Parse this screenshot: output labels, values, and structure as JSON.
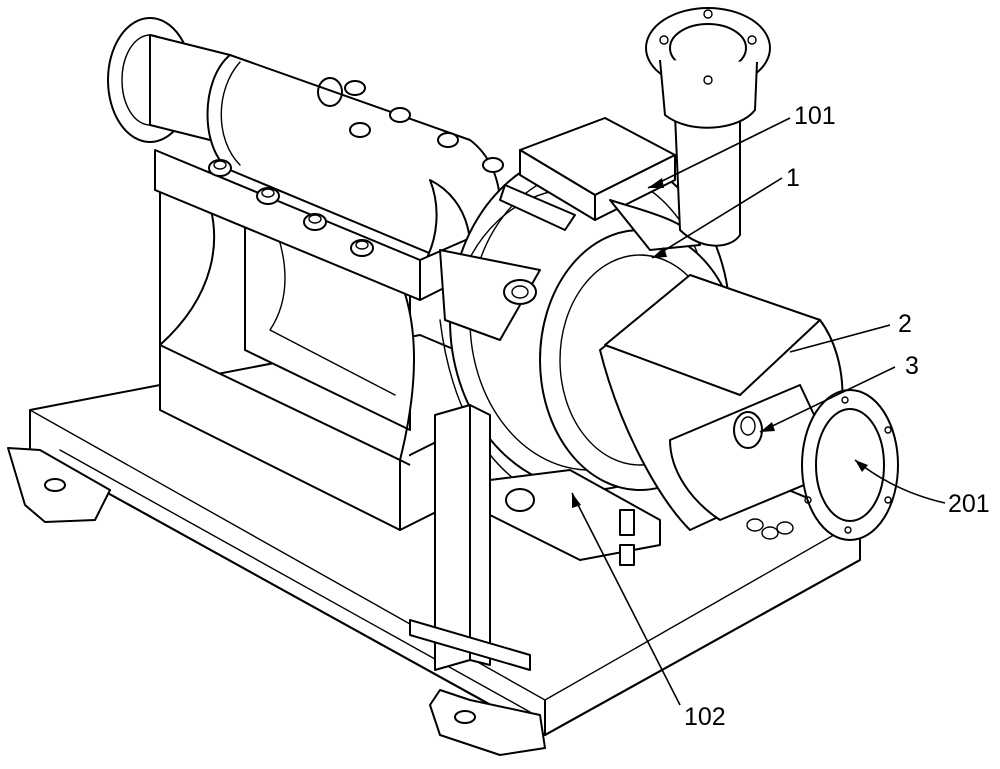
{
  "labels": {
    "housing_top": "101",
    "pump_casing": "1",
    "outlet_body": "2",
    "knob": "3",
    "outlet_port": "201",
    "lower_bracket": "102"
  },
  "colors": {
    "line": "#000000",
    "background": "#ffffff"
  }
}
